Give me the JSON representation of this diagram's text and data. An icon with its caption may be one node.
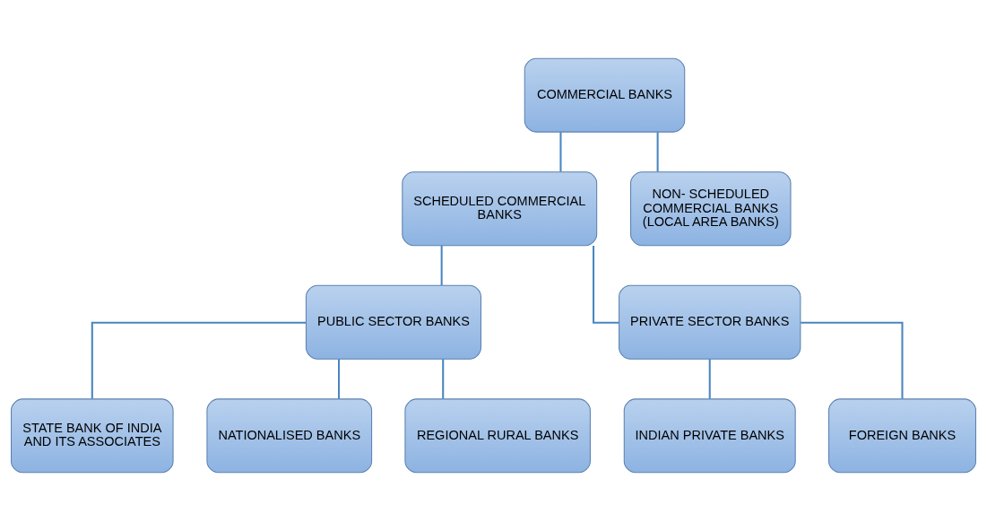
{
  "diagram": {
    "nodes": [
      {
        "text": [
          "COMMERCIAL BANKS"
        ]
      },
      {
        "text": [
          "SCHEDULED COMMERCIAL BANKS"
        ]
      },
      {
        "text": [
          "NON- SCHEDULED COMMERCIAL BANKS (LOCAL AREA BANKS)"
        ]
      },
      {
        "text": [
          "PUBLIC SECTOR BANKS"
        ]
      },
      {
        "text": [
          "PRIVATE SECTOR BANKS"
        ]
      },
      {
        "text": [
          "STATE BANK OF INDIA AND ITS ASSOCIATES"
        ]
      },
      {
        "text": [
          "NATIONALISED BANKS"
        ]
      },
      {
        "text": [
          "REGIONAL RURAL BANKS"
        ]
      },
      {
        "text": [
          "INDIAN PRIVATE BANKS"
        ]
      },
      {
        "text": [
          "FOREIGN BANKS"
        ]
      }
    ],
    "edges": [
      {
        "from": 0,
        "to": 1,
        "arrow": "none"
      },
      {
        "from": 0,
        "to": 2,
        "arrow": "none"
      },
      {
        "from": 1,
        "to": 3,
        "arrow": "none"
      },
      {
        "from": 1,
        "to": 4,
        "arrow": "none"
      },
      {
        "from": 3,
        "to": 5,
        "arrow": "none"
      },
      {
        "from": 3,
        "to": 6,
        "arrow": "none"
      },
      {
        "from": 3,
        "to": 7,
        "arrow": "none"
      },
      {
        "from": 4,
        "to": 8,
        "arrow": "none"
      },
      {
        "from": 4,
        "to": 9,
        "arrow": "none"
      }
    ]
  }
}
